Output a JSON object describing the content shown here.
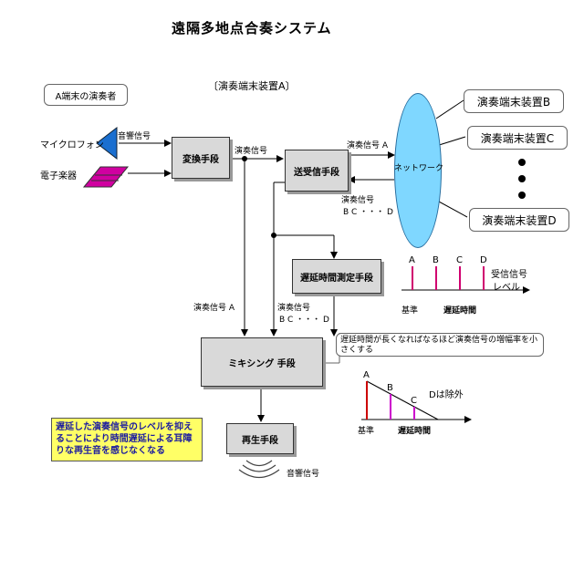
{
  "title": "遠隔多地点合奏システム",
  "section_label": "〔演奏端末装置A〕",
  "performer_label": "A端末の演奏者",
  "mic_label": "マイクロフォン",
  "instrument_label": "電子楽器",
  "sound_signal_label": "音響信号",
  "convert_block": "変換手段",
  "perf_signal_label": "演奏信号",
  "tx_block": "送受信手段",
  "network_label": "ネットワーク",
  "perf_signal_a_top": "演奏信号 A",
  "perf_signal_bcd_top": "演奏信号",
  "bcd_top": "B C ・・・ D",
  "device_b": "演奏端末装置B",
  "device_c": "演奏端末装置C",
  "device_d": "演奏端末装置D",
  "delay_block": "遅延時間測定手段",
  "perf_signal_a_left": "演奏信号 A",
  "perf_signal_bcd_left": "演奏信号",
  "bcd_left": "B C ・・・ D",
  "mixing_block": "ミキシング 手段",
  "note_text": "遅延時間が長くなればなるほど演奏信号の増幅率を小さくする",
  "play_block": "再生手段",
  "output_sound_label": "音響信号",
  "highlight_text": "遅延した演奏信号のレベルを抑えることにより時間遅延による耳障りな再生音を感じなくなる",
  "chart1": {
    "letters": [
      "A",
      "B",
      "C",
      "D"
    ],
    "ylabel_1": "受信信号",
    "ylabel_2": "レベル",
    "base_label": "基準",
    "xlabel": "遅延時間",
    "colors": [
      "#d0006f",
      "#d0006f",
      "#d0006f",
      "#d0006f"
    ]
  },
  "chart2": {
    "letters": [
      "A",
      "B",
      "C"
    ],
    "excluded_label": "Dは除外",
    "base_label": "基準",
    "xlabel": "遅延時間",
    "colors": [
      "#cc0000",
      "#cc00cc",
      "#cc00cc"
    ]
  },
  "colors": {
    "network_fill": "#7fd7ff",
    "mic_fill": "#1a6fd0",
    "instrument_fill": "#d000a0",
    "highlight_fill": "#ffff66",
    "highlight_text": "#1a1aa0"
  }
}
